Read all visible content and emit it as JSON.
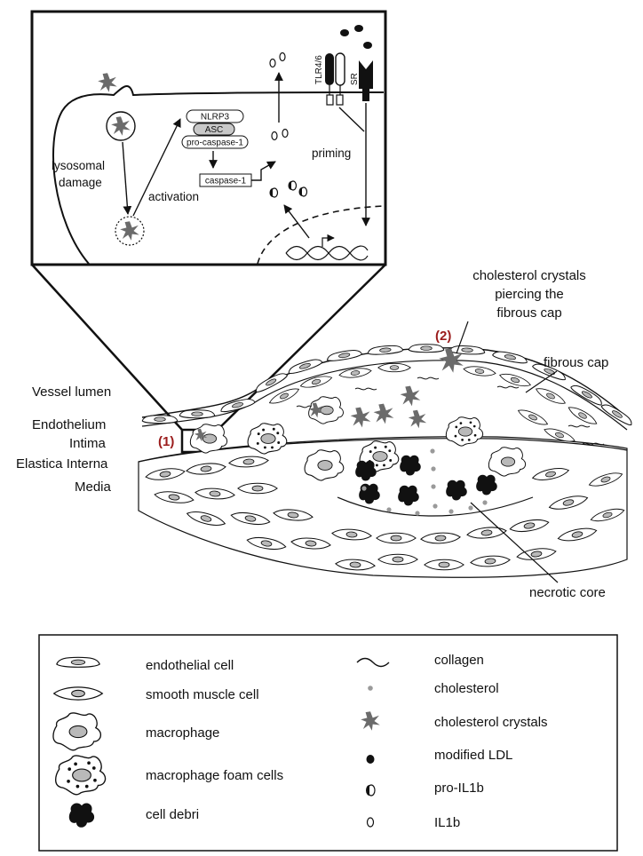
{
  "inset": {
    "labels": {
      "lysosomal": "lysosomal",
      "damage": "damage",
      "activation": "activation",
      "priming": "priming",
      "nlrp3": "NLRP3",
      "asc": "ASC",
      "procasp": "pro-caspase-1",
      "casp": "caspase-1",
      "tlr": "TLR4/6",
      "sr": "SR"
    }
  },
  "plaque": {
    "labels": {
      "vessel_lumen": "Vessel lumen",
      "endothelium": "Endothelium",
      "intima": "Intima",
      "elastica": "Elastica Interna",
      "media": "Media",
      "marker1": "(1)",
      "marker2": "(2)",
      "crystals_line1": "cholesterol crystals",
      "crystals_line2": "piercing the",
      "crystals_line3": "fibrous cap",
      "fibrous_cap": "fibrous cap",
      "necrotic_core": "necrotic core"
    }
  },
  "legend": {
    "left": [
      {
        "label": "endothelial cell",
        "icon": "endothelial-cell-icon"
      },
      {
        "label": "smooth muscle cell",
        "icon": "smooth-muscle-cell-icon"
      },
      {
        "label": "macrophage",
        "icon": "macrophage-icon"
      },
      {
        "label": "macrophage foam cells",
        "icon": "foam-cell-icon"
      },
      {
        "label": "cell debri",
        "icon": "cell-debris-icon"
      }
    ],
    "right": [
      {
        "label": "collagen",
        "icon": "collagen-icon"
      },
      {
        "label": "cholesterol",
        "icon": "cholesterol-dot-icon"
      },
      {
        "label": "cholesterol crystals",
        "icon": "cholesterol-crystal-icon"
      },
      {
        "label": "modified LDL",
        "icon": "modified-ldl-icon"
      },
      {
        "label": "pro-IL1b",
        "icon": "pro-il1b-icon"
      },
      {
        "label": "IL1b",
        "icon": "il1b-icon"
      }
    ]
  },
  "colors": {
    "crystal": "#6b6b6b",
    "nucleus": "#b9b9b9",
    "marker": "#9b1c1c",
    "cholesterol": "#9a9a9a"
  }
}
